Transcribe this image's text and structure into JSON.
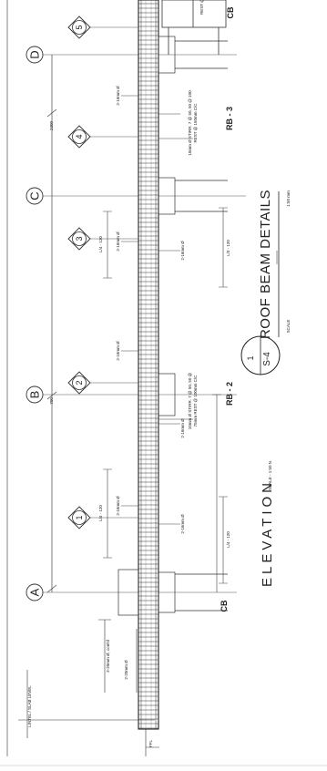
{
  "grid_lines": [
    "A",
    "B",
    "C",
    "D"
  ],
  "bay_markers": [
    "1",
    "2",
    "3",
    "4",
    "5"
  ],
  "beam_marks": {
    "rb2": "RB - 2",
    "rb3": "RB - 3",
    "cb_left": "CB",
    "cb_right": "CB"
  },
  "title_block": {
    "number": "1",
    "sheet": "S-4",
    "title": "ROOF BEAM DETAILS",
    "scale_small": "SCALE",
    "scale_note": "1:50 mm"
  },
  "elevation": {
    "label": "ELEVATION",
    "scale": "SCALE - 1:50 N"
  },
  "dimensions": {
    "span_ab": "700",
    "span_cd": "2300",
    "lap_1": "L/4 - 120",
    "lap_2": "L/4 - 120",
    "lap_3": "L/4 - 120",
    "lap_4": "L/3 - 120"
  },
  "bar_notes": {
    "top_bar_1": "2-16mm Ø",
    "top_bar_2": "2-16mm Ø",
    "top_bar_3": "2-16mm Ø",
    "top_bar_4": "2-16mm Ø",
    "bot_bar_1": "2-16mm Ø",
    "bot_bar_2": "2-16mm Ø",
    "bot_bar_3": "2-16mm Ø",
    "stirrup_rb2_a": "10mm Ø STIRR. 7 @ 50, 50 @",
    "stirrup_rb2_b": "75mm REST @ 100mm C/C",
    "stirrup_rb3_a": "10mm Ø STIRR. 7 @ 50, 50 @ 100",
    "stirrup_rb3_b": "REST @ 150mm C/C",
    "lintel_note": "LINTEL / SLAB LEVEL",
    "ext_bar": "3-20mm Ø, cont'd",
    "ext_bot": "2-20mm Ø",
    "ffl": "FFL"
  }
}
